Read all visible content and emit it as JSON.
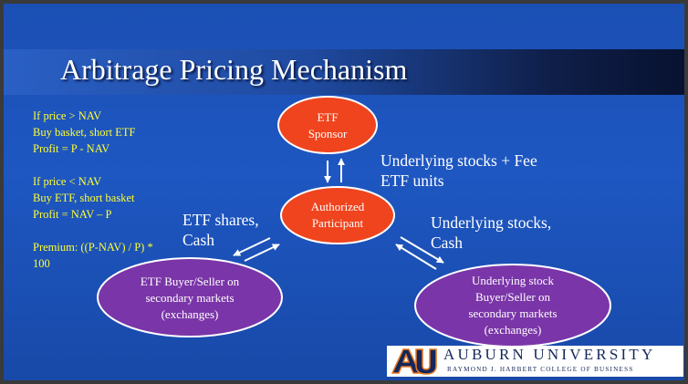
{
  "slide": {
    "title": "Arbitrage Pricing Mechanism"
  },
  "rules": {
    "line1": "If price > NAV",
    "line2": "Buy basket, short ETF",
    "line3": "Profit = P - NAV",
    "line4": "If price < NAV",
    "line5": "Buy ETF, short basket",
    "line6": "Profit = NAV – P",
    "line7": "Premium: ((P-NAV) / P) *",
    "line8": "100"
  },
  "nodes": {
    "sponsor": {
      "line1": "ETF",
      "line2": "Sponsor"
    },
    "ap": {
      "line1": "Authorized",
      "line2": "Participant"
    },
    "buyer": {
      "line1": "ETF Buyer/Seller on",
      "line2": "secondary markets",
      "line3": "(exchanges)"
    },
    "stock": {
      "line1": "Underlying stock",
      "line2": "Buyer/Seller on",
      "line3": "secondary markets",
      "line4": "(exchanges)"
    }
  },
  "flows": {
    "sponsor_ap": {
      "line1": "Underlying stocks + Fee",
      "line2": "ETF units"
    },
    "ap_buyer": {
      "line1": "ETF shares,",
      "line2": "Cash"
    },
    "ap_stock": {
      "line1": "Underlying stocks,",
      "line2": "Cash"
    }
  },
  "logo": {
    "name": "AUBURN UNIVERSITY",
    "subtitle": "RAYMOND J. HARBERT COLLEGE OF BUSINESS"
  },
  "colors": {
    "background": "#1e57c2",
    "rule_text": "#ffff33",
    "orange_node": "#f0441e",
    "purple_node": "#7a35a8",
    "node_border": "#ffffff",
    "logo_navy": "#14275a",
    "logo_orange": "#e87722"
  }
}
